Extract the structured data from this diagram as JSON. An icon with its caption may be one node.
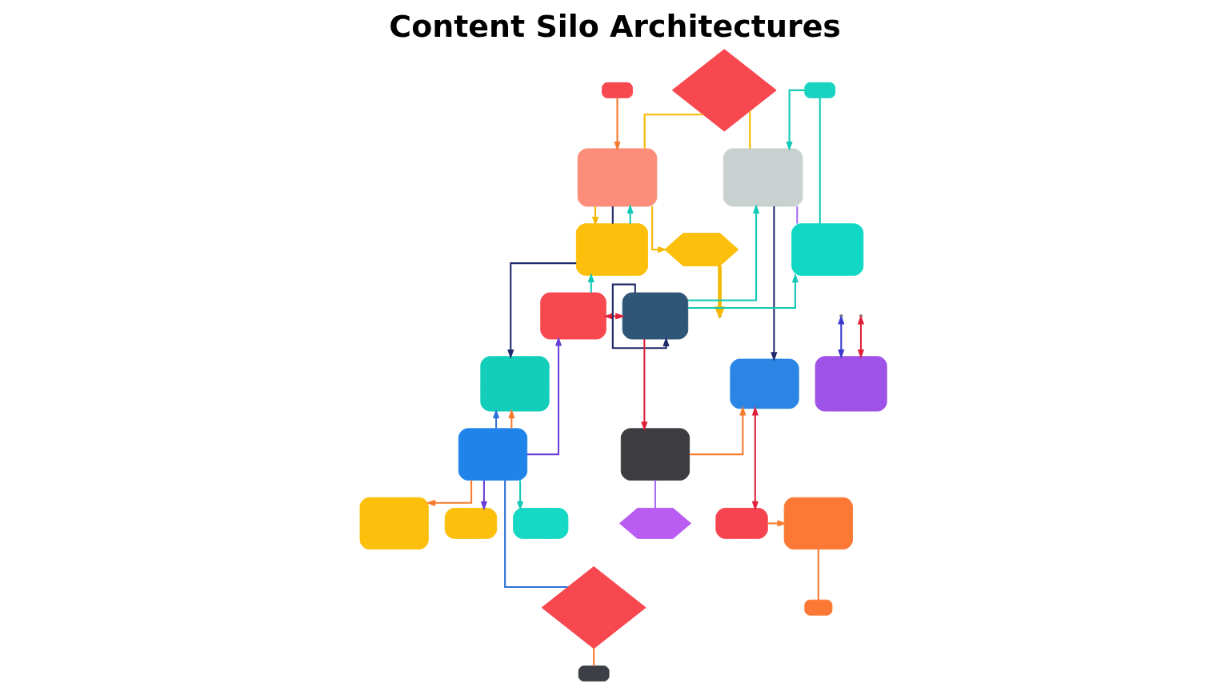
{
  "diagram": {
    "title": "Content Silo Architectures",
    "nodes": [
      {
        "text": [],
        "shape": "diamond"
      },
      {
        "text": [],
        "shape": "box"
      },
      {
        "text": [],
        "shape": "box"
      },
      {
        "text": [],
        "shape": "box"
      },
      {
        "text": [],
        "shape": "box"
      },
      {
        "text": [],
        "shape": "box"
      },
      {
        "text": [],
        "shape": "hexagon"
      },
      {
        "text": [],
        "shape": "box"
      },
      {
        "text": [],
        "shape": "box"
      },
      {
        "text": [],
        "shape": "box"
      },
      {
        "text": [],
        "shape": "box"
      },
      {
        "text": [],
        "shape": "box"
      },
      {
        "text": [],
        "shape": "box"
      },
      {
        "text": [],
        "shape": "box"
      },
      {
        "text": [],
        "shape": "box"
      },
      {
        "text": [],
        "shape": "box"
      },
      {
        "text": [],
        "shape": "box"
      },
      {
        "text": [],
        "shape": "box"
      },
      {
        "text": [],
        "shape": "hexagon"
      },
      {
        "text": [],
        "shape": "box"
      },
      {
        "text": [],
        "shape": "box"
      },
      {
        "text": [],
        "shape": "box"
      },
      {
        "text": [],
        "shape": "diamond"
      },
      {
        "text": [],
        "shape": "box"
      }
    ],
    "edges": [
      {
        "from": 0,
        "to": 2,
        "arrow": "none",
        "color": "#f5b800"
      },
      {
        "from": 0,
        "to": 4,
        "arrow": "none",
        "color": "#f5b800"
      },
      {
        "from": 1,
        "to": 2,
        "arrow": "to",
        "color": "#f77b2e"
      },
      {
        "from": 2,
        "to": 5,
        "arrow": "to",
        "color": "#f5b800"
      },
      {
        "from": 2,
        "to": 5,
        "arrow": "none",
        "color": "#1f2a6b"
      },
      {
        "from": 5,
        "to": 2,
        "arrow": "to",
        "color": "#12c9b5"
      },
      {
        "from": 5,
        "to": 10,
        "arrow": "to",
        "color": "#1f2a6b"
      },
      {
        "from": 2,
        "to": 6,
        "arrow": "to",
        "color": "#f5b800"
      },
      {
        "from": 8,
        "to": 5,
        "arrow": "to",
        "color": "#12c9b5"
      },
      {
        "from": 8,
        "to": 9,
        "arrow": "both",
        "color": "#e0203a"
      },
      {
        "from": 13,
        "to": 8,
        "arrow": "to",
        "color": "#6b3fd6"
      },
      {
        "from": null,
        "to": 12,
        "arrow": "both",
        "color": "#3a3ad0"
      },
      {
        "from": null,
        "to": 12,
        "arrow": "both",
        "color": "#e0203a"
      },
      {
        "from": 13,
        "to": 10,
        "arrow": "to",
        "color": "#2f72d6"
      },
      {
        "from": 13,
        "to": 10,
        "arrow": "to",
        "color": "#f77b2e"
      },
      {
        "from": 13,
        "to": 16,
        "arrow": "to",
        "color": "#6b3fd6"
      },
      {
        "from": 13,
        "to": 15,
        "arrow": "to",
        "color": "#f77b2e"
      },
      {
        "from": 13,
        "to": 17,
        "arrow": "to",
        "color": "#12c9b5"
      },
      {
        "from": 13,
        "to": 22,
        "arrow": "none",
        "color": "#2f72d6"
      },
      {
        "from": 3,
        "to": 4,
        "arrow": "to",
        "color": "#12c9b5"
      },
      {
        "from": 3,
        "to": 7,
        "arrow": "none",
        "color": "#12c9b5"
      },
      {
        "from": 4,
        "to": 11,
        "arrow": "to",
        "color": "#1f2a6b"
      },
      {
        "from": 4,
        "to": 7,
        "arrow": "none",
        "color": "#a36cf0"
      },
      {
        "from": 9,
        "to": 7,
        "arrow": "to",
        "color": "#12c9b5"
      },
      {
        "from": 9,
        "to": 4,
        "arrow": "to",
        "color": "#12c9b5"
      },
      {
        "from": 9,
        "to": 9,
        "arrow": "to",
        "color": "#1f2a6b"
      },
      {
        "from": 9,
        "to": 14,
        "arrow": "to",
        "color": "#e0203a"
      },
      {
        "from": 14,
        "to": 11,
        "arrow": "to",
        "color": "#f77b2e"
      },
      {
        "from": 19,
        "to": 11,
        "arrow": "both",
        "color": "#e0203a"
      },
      {
        "from": 19,
        "to": 20,
        "arrow": "to",
        "color": "#f77b2e"
      },
      {
        "from": 20,
        "to": 21,
        "arrow": "none",
        "color": "#f77b2e"
      },
      {
        "from": 14,
        "to": 18,
        "arrow": "none",
        "color": "#a36cf0"
      },
      {
        "from": 22,
        "to": 23,
        "arrow": "none",
        "color": "#f77b2e"
      },
      {
        "from": 6,
        "to": null,
        "arrow": "to",
        "style": "thick",
        "color": "#f5b800"
      }
    ]
  }
}
